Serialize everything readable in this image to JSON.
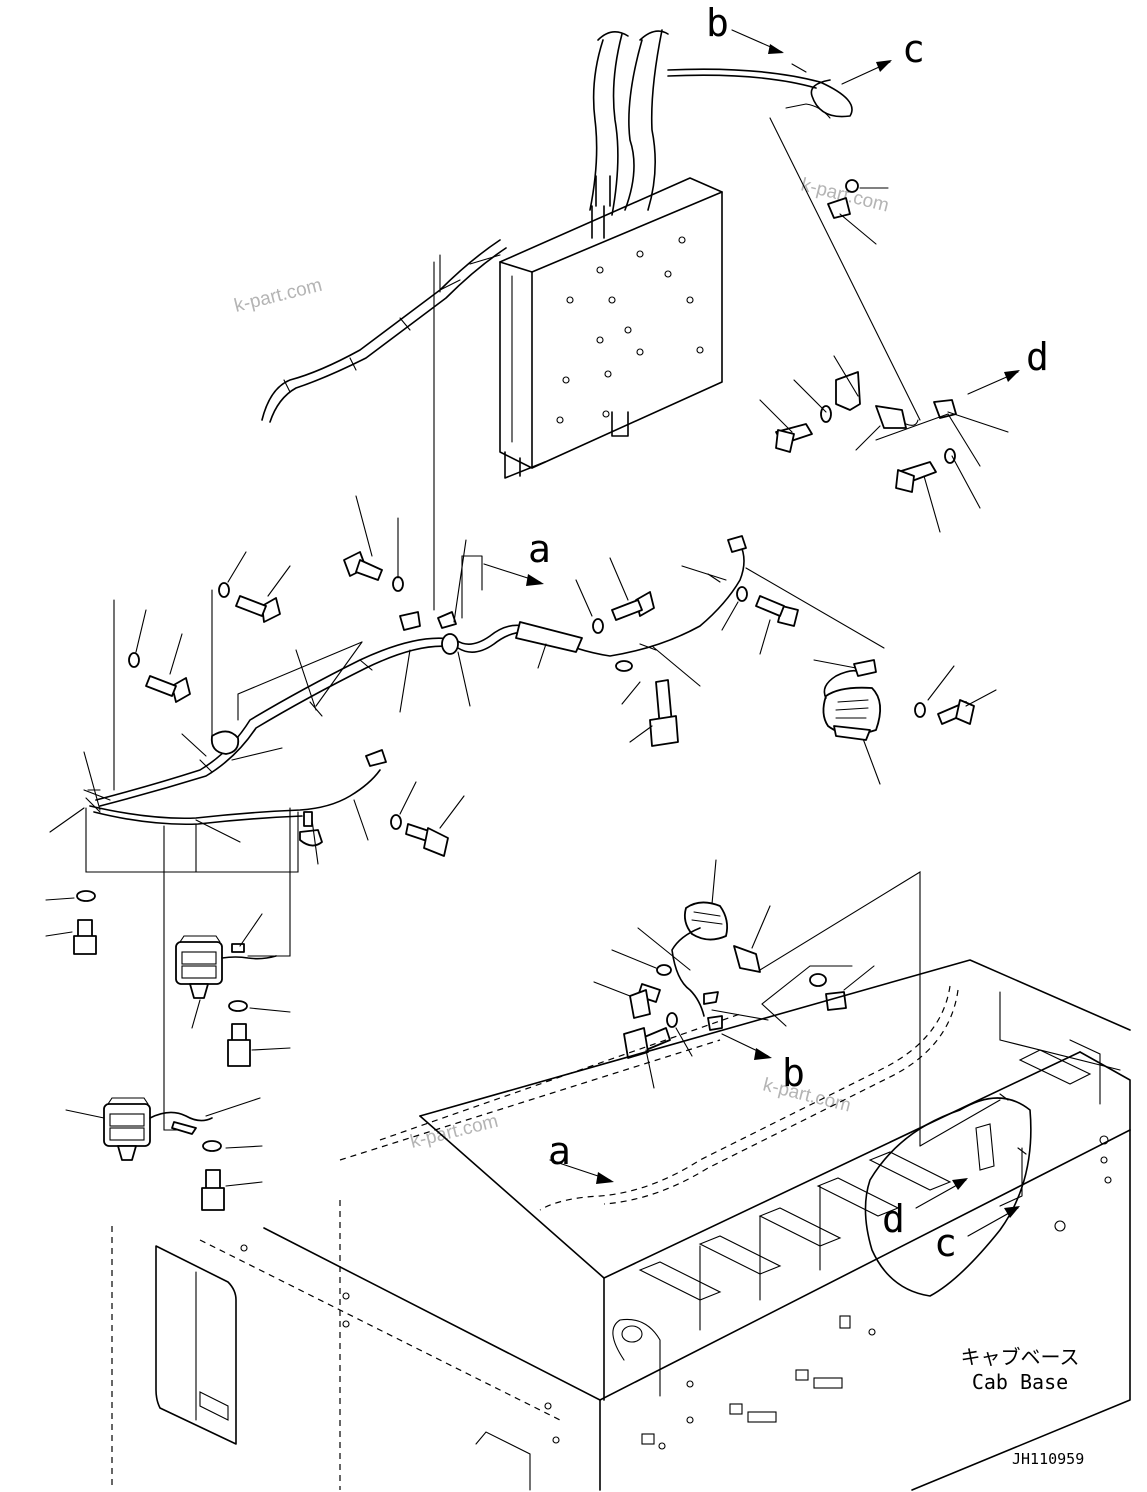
{
  "diagram": {
    "callouts": {
      "b_top": "b",
      "c_top": "c",
      "d_right": "d",
      "a_mid": "a",
      "b_lower": "b",
      "a_lower": "a",
      "d_lower": "d",
      "c_lower": "c"
    },
    "watermarks": [
      "k-part.com",
      "k-part.com",
      "k-part.com",
      "k-part.com"
    ],
    "cab_base_label_jp": "キャブベース",
    "cab_base_label_en": "Cab Base",
    "drawing_code": "JH110959"
  }
}
